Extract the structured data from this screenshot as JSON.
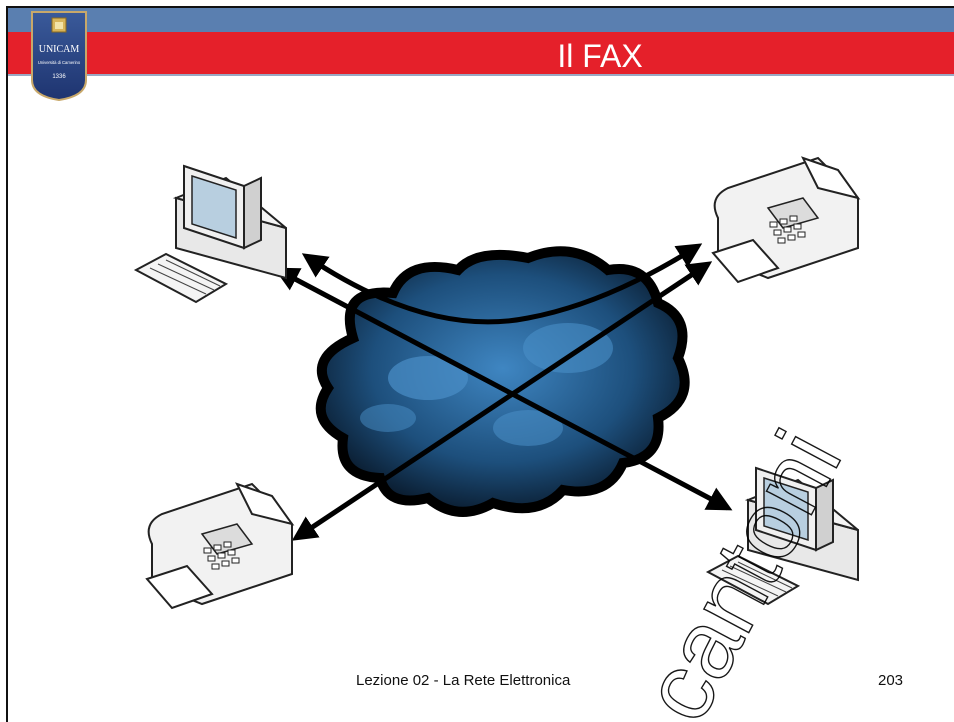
{
  "slide": {
    "title": "Il FAX",
    "footer": "Lezione 02 - La Rete Elettronica",
    "page_number": "203"
  },
  "logo": {
    "text": "UNICAM",
    "subtext": "Università di Camerino",
    "year": "1336"
  },
  "watermark": {
    "text": "cantoni"
  },
  "colors": {
    "title_band": "#e5202a",
    "top_band": "#5a7fb0",
    "cloud_fill": "#2e6b9e",
    "cloud_outline": "#000000"
  },
  "diagram": {
    "nodes": [
      {
        "id": "computer-top-left",
        "icon": "computer-icon"
      },
      {
        "id": "fax-top-right",
        "icon": "fax-icon"
      },
      {
        "id": "fax-bottom-left",
        "icon": "fax-icon"
      },
      {
        "id": "computer-bottom-right",
        "icon": "computer-icon"
      }
    ],
    "center": {
      "icon": "cloud-network-icon"
    }
  }
}
